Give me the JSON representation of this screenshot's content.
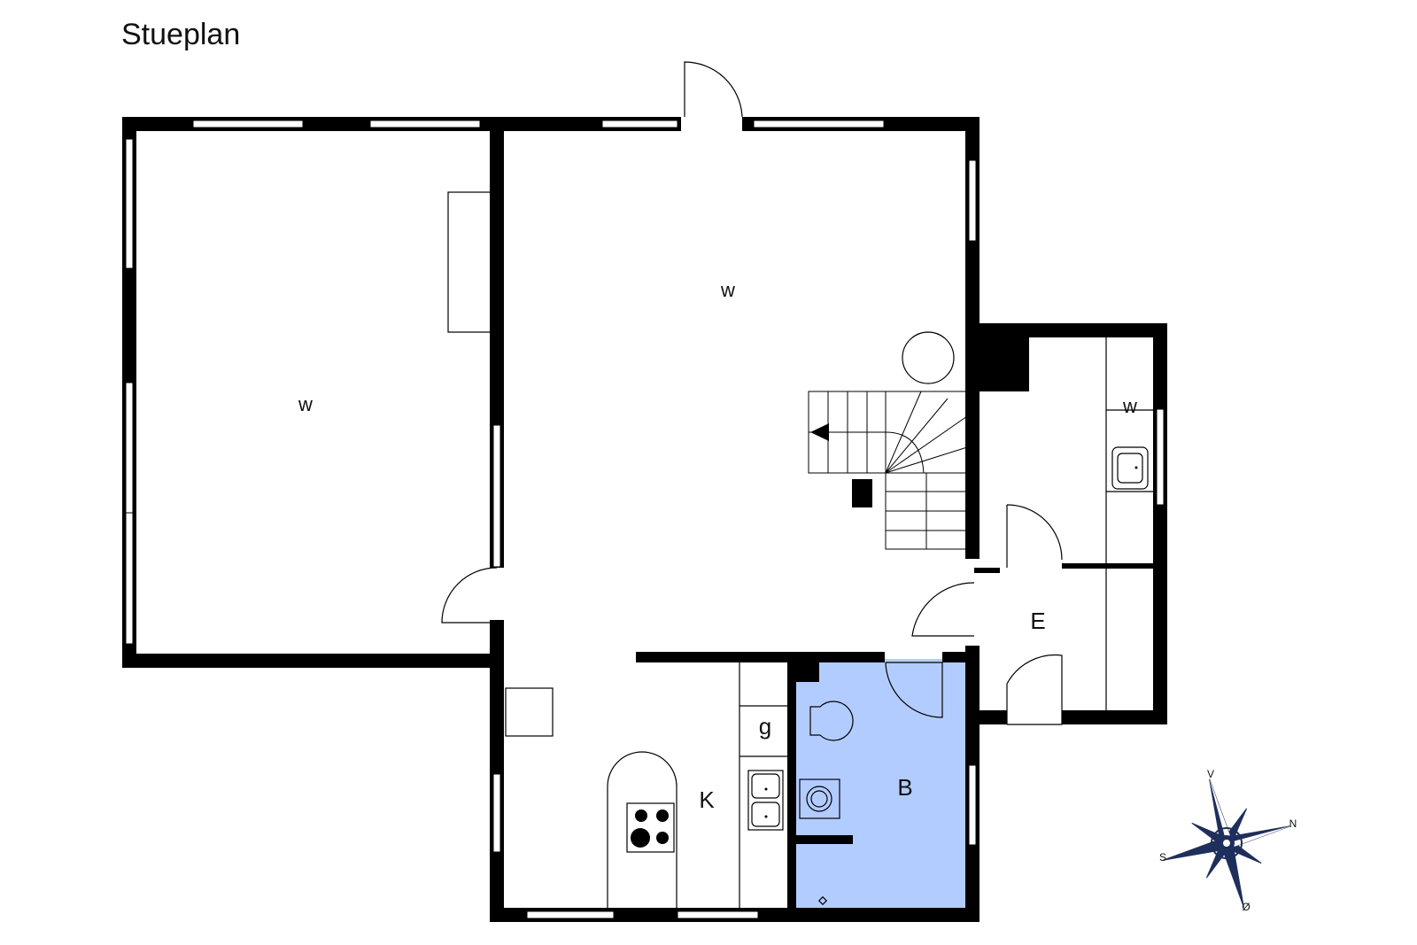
{
  "plan": {
    "title": "Stueplan",
    "rooms": [
      {
        "id": "living-left",
        "label": "w"
      },
      {
        "id": "living-center",
        "label": "w"
      },
      {
        "id": "room-right",
        "label": "w"
      },
      {
        "id": "entrance",
        "label": "E"
      },
      {
        "id": "kitchen",
        "label": "K"
      },
      {
        "id": "bathroom",
        "label": "B"
      },
      {
        "id": "cupboard",
        "label": "g"
      }
    ],
    "bathroom_color": "#b3ccff",
    "wall_color": "#000000"
  },
  "compass": {
    "north": "N",
    "south": "S",
    "east": "Ø",
    "west": "V",
    "color": "#1f2f5c"
  }
}
